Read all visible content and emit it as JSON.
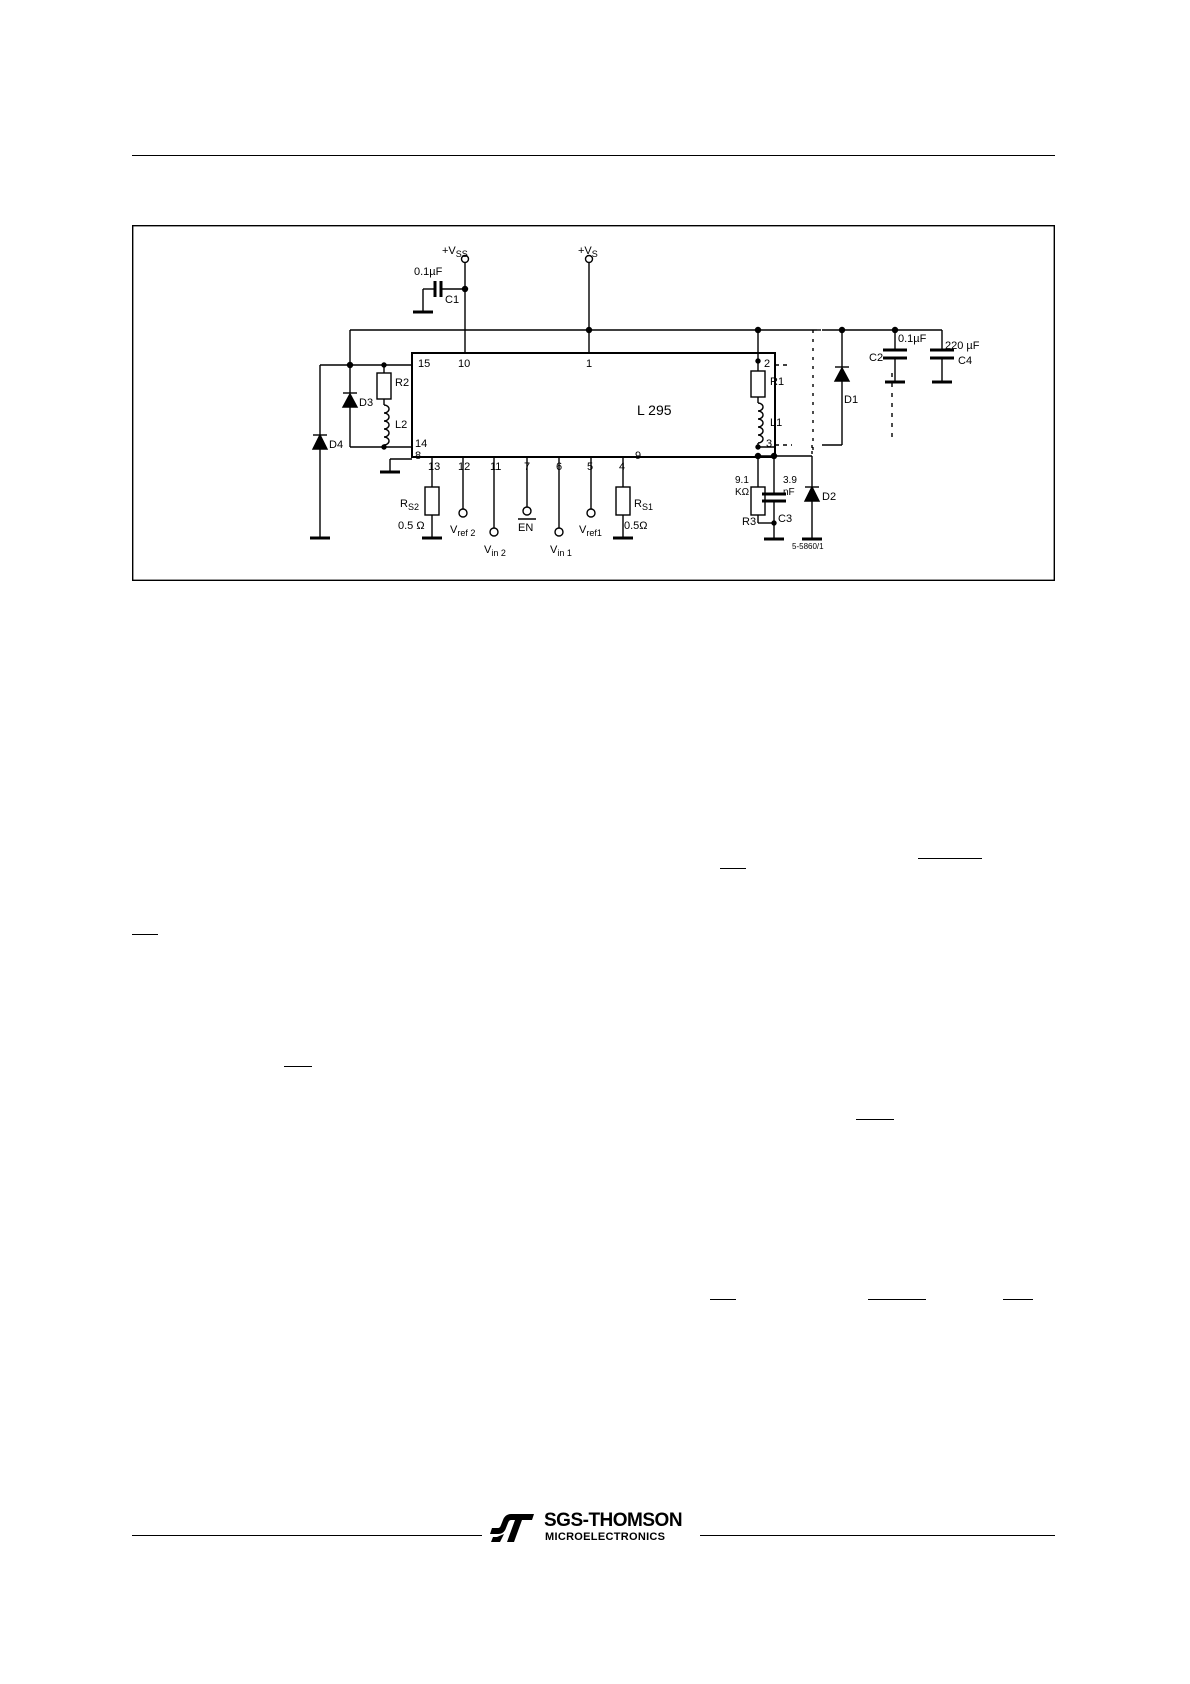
{
  "schematic": {
    "supply_vss": "+V",
    "supply_vss_sub": "SS",
    "supply_vs": "+V",
    "supply_vs_sub": "S",
    "ic_label": "L 295",
    "c1_value": "0.1µF",
    "c1_label": "C1",
    "c2_value": "0.1µF",
    "c2_label": "C2",
    "c4_value": "220 µF",
    "c4_label": "C4",
    "pins": {
      "p15": "15",
      "p10": "10",
      "p1": "1",
      "p2": "2",
      "p14": "14",
      "p3": "3",
      "p8": "8",
      "p13": "13",
      "p12": "12",
      "p11": "11",
      "p7": "7",
      "p6": "6",
      "p5": "5",
      "p4": "4",
      "p9": "9"
    },
    "r1": "R1",
    "l1": "L1",
    "r2": "R2",
    "l2": "L2",
    "d1": "D1",
    "d2": "D2",
    "d3": "D3",
    "d4": "D4",
    "rs2_base": "R",
    "rs2_sub": "S2",
    "rs2_value": "0.5 Ω",
    "rs1_base": "R",
    "rs1_sub": "S1",
    "rs1_value": "0.5Ω",
    "vref2_base": "V",
    "vref2_sub": "ref 2",
    "vin2_base": "V",
    "vin2_sub": "in 2",
    "en_label": "EN",
    "vin1_base": "V",
    "vin1_sub": "in 1",
    "vref1_base": "V",
    "vref1_sub": "ref1",
    "r3_value_1": "9.1",
    "r3_value_2": "KΩ",
    "r3_label": "R3",
    "c3_value_1": "3.9",
    "c3_value_2": "nF",
    "c3_label": "C3",
    "drawing_code": "5-5860/1"
  },
  "footer": {
    "brand_name": "SGS-THOMSON",
    "brand_sub": "MICROELECTRONICS"
  }
}
